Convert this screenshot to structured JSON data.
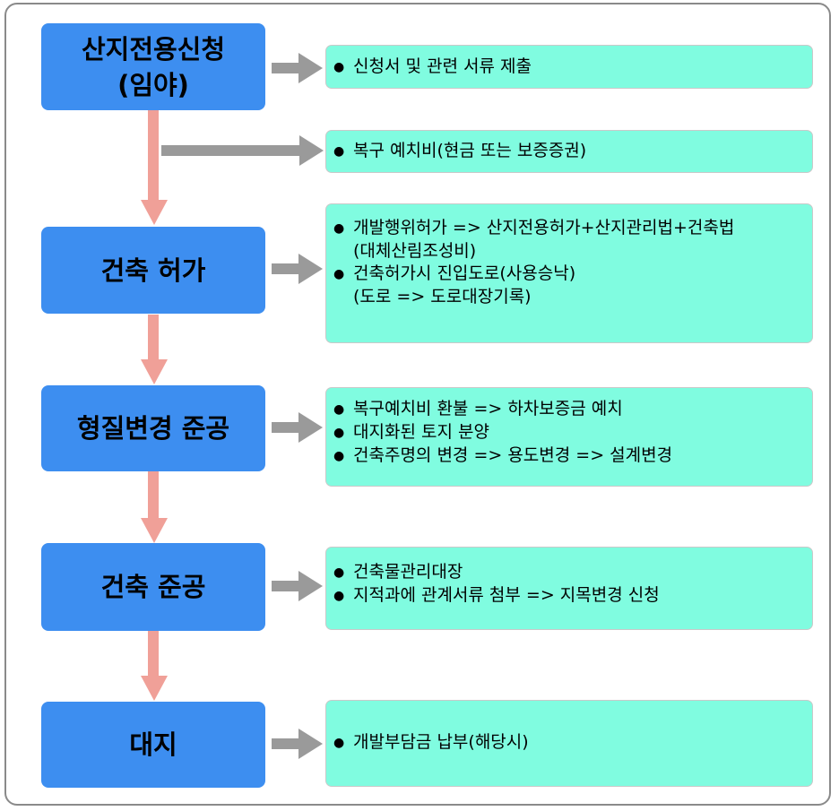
{
  "colors": {
    "step_fill": "#3d8ef0",
    "note_fill": "#80fce0",
    "flow_arrow": "#f0a098",
    "side_arrow": "#9a9a9a"
  },
  "icons": {
    "bullet": "●"
  },
  "steps": [
    {
      "lines": [
        "산지전용신청",
        "(임야)"
      ]
    },
    {
      "lines": [
        "건축 허가"
      ]
    },
    {
      "lines": [
        "형질변경 준공"
      ]
    },
    {
      "lines": [
        "건축 준공"
      ]
    },
    {
      "lines": [
        "대지"
      ]
    }
  ],
  "notes": [
    {
      "items": [
        {
          "text": "신청서 및 관련 서류 제출"
        }
      ]
    },
    {
      "items": [
        {
          "text": "복구 예치비(현금 또는 보증증권)"
        }
      ]
    },
    {
      "items": [
        {
          "text": "개발행위허가 => 산지전용허가+산지관리법+건축법",
          "cont": "(대체산림조성비)"
        },
        {
          "text": "건축허가시 진입도로(사용승낙)",
          "cont": "(도로 => 도로대장기록)"
        }
      ]
    },
    {
      "items": [
        {
          "text": "복구예치비 환불 => 하차보증금 예치"
        },
        {
          "text": "대지화된 토지 분양"
        },
        {
          "text": "건축주명의 변경 => 용도변경 => 설계변경"
        }
      ]
    },
    {
      "items": [
        {
          "text": "건축물관리대장"
        },
        {
          "text": "지적과에 관계서류 첨부 => 지목변경 신청"
        }
      ]
    },
    {
      "items": [
        {
          "text": "개발부담금 납부(해당시)"
        }
      ]
    }
  ]
}
